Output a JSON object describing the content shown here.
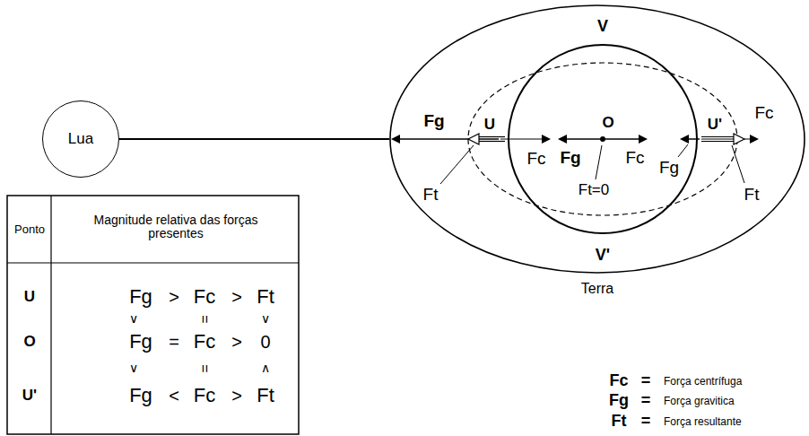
{
  "diagram": {
    "nodes": [
      {
        "text": [
          "Lua"
        ]
      },
      {
        "text": [
          "Terra"
        ]
      }
    ],
    "edges": [
      {
        "from": 0,
        "to": 1,
        "arrow": "none"
      }
    ],
    "labels": [
      "Ponto",
      "Magnitude relativa das forças presentes",
      "U",
      "O",
      "U'",
      "Fg",
      ">",
      "Fc",
      ">",
      "Ft",
      "∨",
      "=",
      "∨",
      "Fg",
      "=",
      "Fc",
      ">",
      "0",
      "∨",
      "=",
      "∧",
      "Fg",
      "<",
      "Fc",
      ">",
      "Ft",
      "V",
      "Fg",
      "U",
      "O",
      "U'",
      "Fc",
      "Fc",
      "Fg",
      "Fc",
      "Fg",
      "Ft",
      "Ft=0",
      "Ft",
      "V'",
      "Fc",
      "=",
      "Força centrífuga",
      "Fg",
      "=",
      "Força gravitica",
      "Ft",
      "=",
      "Força resultante"
    ]
  }
}
